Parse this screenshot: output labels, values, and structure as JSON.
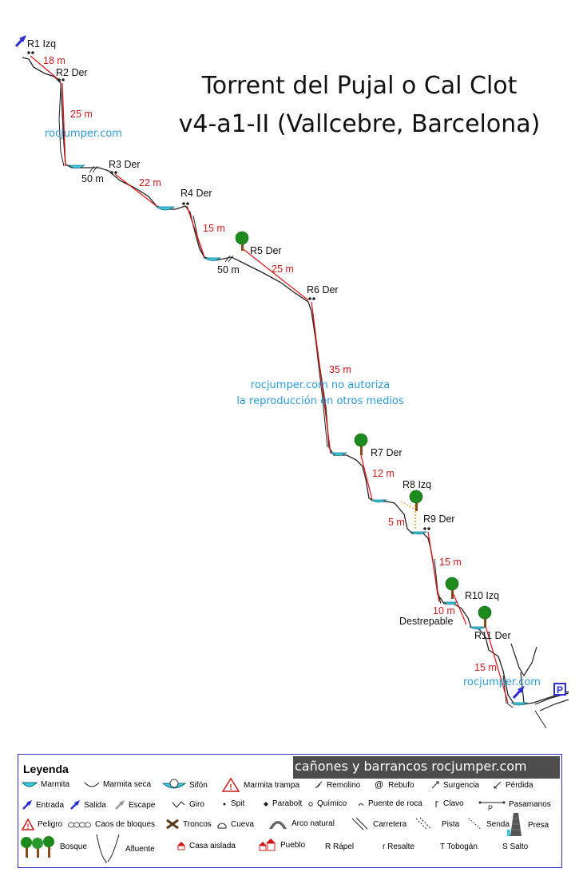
{
  "title_line1": "Torrent del Pujal o Cal Clot",
  "title_line2": "v4-a1-II (Vallcebre, Barcelona)",
  "watermarks": {
    "top": "rocjumper.com",
    "mid_line1": "rocjumper.com no autoriza",
    "mid_line2": "la reproducción en otros medios",
    "bottom": "rocjumper.com"
  },
  "anchors": [
    {
      "label": "R1 Izq"
    },
    {
      "label": "R2 Der"
    },
    {
      "label": "R3 Der"
    },
    {
      "label": "R4 Der"
    },
    {
      "label": "R5 Der"
    },
    {
      "label": "R6 Der"
    },
    {
      "label": "R7 Der"
    },
    {
      "label": "R8 Izq"
    },
    {
      "label": "R9 Der"
    },
    {
      "label": "R10 Izq"
    },
    {
      "label": "R11 Der"
    }
  ],
  "drops": [
    "18 m",
    "25 m",
    "22 m",
    "15 m",
    "25 m",
    "35 m",
    "12 m",
    "5 m",
    "15 m",
    "10 m",
    "15 m"
  ],
  "distances": [
    "50 m",
    "50 m"
  ],
  "notes": {
    "destrepable": "Destrepable"
  },
  "parking": "P",
  "colors": {
    "rope": "#e01010",
    "drop_text": "#d01818",
    "water": "#3cc8dc",
    "watermark": "#2a9bd8",
    "tree_leaf": "#1d8a1d",
    "tree_trunk": "#8a4a1a",
    "legend_border": "#2d2fbf",
    "banner": "#4d4d4d"
  },
  "legend": {
    "title": "Leyenda",
    "banner": "cañones y barrancos   rocjumper.com",
    "items": [
      {
        "label": "Marmita",
        "icon": "pool-icon"
      },
      {
        "label": "Marmita seca",
        "icon": "dry-pool-icon"
      },
      {
        "label": "Sifón",
        "icon": "siphon-icon"
      },
      {
        "label": "Marmita trampa",
        "icon": "trap-pool-icon"
      },
      {
        "label": "Remolino",
        "icon": "whirlpool-icon"
      },
      {
        "label": "Rebufo",
        "icon": "rebufo-icon"
      },
      {
        "label": "Surgencia",
        "icon": "spring-icon"
      },
      {
        "label": "Pérdida",
        "icon": "loss-icon"
      },
      {
        "label": "Entrada",
        "icon": "entry-arrow-icon"
      },
      {
        "label": "Salida",
        "icon": "exit-arrow-icon"
      },
      {
        "label": "Escape",
        "icon": "escape-icon"
      },
      {
        "label": "Giro",
        "icon": "turn-icon"
      },
      {
        "label": "Spit",
        "icon": "spit-icon"
      },
      {
        "label": "Parabolt",
        "icon": "parabolt-icon"
      },
      {
        "label": "Químico",
        "icon": "chemical-icon"
      },
      {
        "label": "Puente de roca",
        "icon": "rock-bridge-icon"
      },
      {
        "label": "Clavo",
        "icon": "piton-icon"
      },
      {
        "label": "Pasamanos",
        "icon": "handline-icon"
      },
      {
        "label": "Peligro",
        "icon": "danger-icon"
      },
      {
        "label": "Caos de bloques",
        "icon": "boulders-icon"
      },
      {
        "label": "Troncos",
        "icon": "logs-icon"
      },
      {
        "label": "Cueva",
        "icon": "cave-icon"
      },
      {
        "label": "Arco natural",
        "icon": "arch-icon"
      },
      {
        "label": "Carretera",
        "icon": "road-icon"
      },
      {
        "label": "Pista",
        "icon": "track-icon"
      },
      {
        "label": "Senda",
        "icon": "path-icon"
      },
      {
        "label": "Presa",
        "icon": "dam-icon"
      },
      {
        "label": "Bosque",
        "icon": "forest-icon"
      },
      {
        "label": "Afluente",
        "icon": "tributary-icon"
      },
      {
        "label": "Casa aislada",
        "icon": "house-icon"
      },
      {
        "label": "Pueblo",
        "icon": "village-icon"
      },
      {
        "label": "R Rápel",
        "icon": ""
      },
      {
        "label": "r Resalte",
        "icon": ""
      },
      {
        "label": "T Tobogán",
        "icon": ""
      },
      {
        "label": "S Salto",
        "icon": ""
      }
    ]
  }
}
